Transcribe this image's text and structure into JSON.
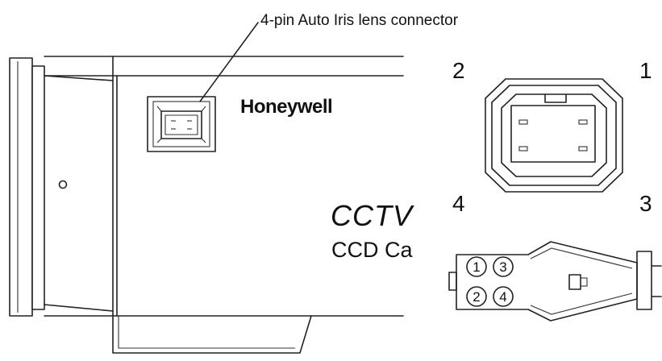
{
  "callout": {
    "label": "4-pin Auto Iris lens connector"
  },
  "camera": {
    "brand": "Honeywell",
    "line1": "CCTV",
    "line2": "CCD Ca"
  },
  "socket_pin_labels": {
    "top_left": "2",
    "top_right": "1",
    "bottom_left": "4",
    "bottom_right": "3"
  },
  "plug_pins": [
    "1",
    "3",
    "2",
    "4"
  ]
}
